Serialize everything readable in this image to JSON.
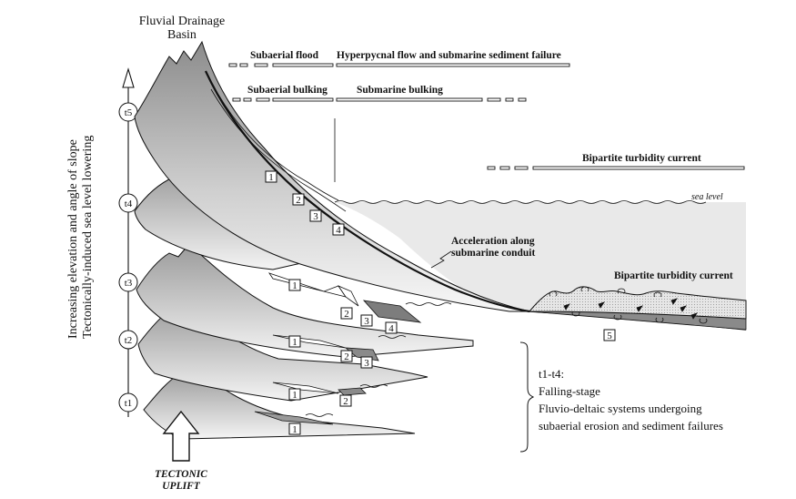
{
  "title": {
    "line1": "Fluvial Drainage",
    "line2": "Basin"
  },
  "side_axis": {
    "line1": "Increasing elevation and angle of slope",
    "line2": "Tectonically-induced sea level lowering"
  },
  "stage_labels": [
    "t5",
    "t4",
    "t3",
    "t2",
    "t1"
  ],
  "uplift": {
    "line1": "TECTONIC",
    "line2": "UPLIFT"
  },
  "process_bars": {
    "subaerial_flood": "Subaerial flood",
    "hyperpycnal": "Hyperpycnal flow and submarine sediment failure",
    "subaerial_bulking": "Subaerial bulking",
    "submarine_bulking": "Submarine bulking",
    "bipartite_top": "Bipartite turbidity current"
  },
  "annotations": {
    "sea_level": "sea level",
    "acceleration_line1": "Acceleration along",
    "acceleration_line2": "submarine conduit",
    "bipartite_current": "Bipartite turbidity current"
  },
  "failure_numbers": {
    "t5": [
      "1",
      "2",
      "3",
      "4"
    ],
    "t3": [
      "1",
      "2",
      "3",
      "4"
    ],
    "t2": [
      "1",
      "2",
      "3"
    ],
    "t1": [
      "1",
      "2"
    ],
    "base": [
      "1"
    ],
    "deposit": "5"
  },
  "legend": {
    "line1": "t1-t4:",
    "line2": "Falling-stage",
    "line3": "Fluvio-deltaic systems undergoing",
    "line4": "subaerial erosion and sediment failures"
  }
}
